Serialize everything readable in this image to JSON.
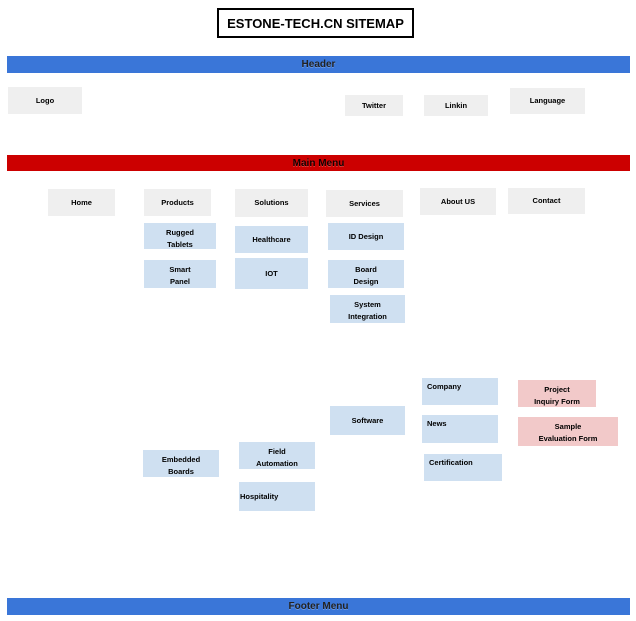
{
  "title": "ESTONE-TECH.CN SITEMAP",
  "sections": {
    "header": {
      "label": "Header"
    },
    "main_menu": {
      "label": "Main Menu"
    },
    "footer": {
      "label": "Footer Menu"
    }
  },
  "colors": {
    "band_blue": "#3A76D8",
    "band_red": "#CC0000",
    "box_gray": "#EFEFEF",
    "box_blue": "#CFE0F1",
    "box_pink": "#F2C9C9"
  },
  "nodes": [
    {
      "id": "logo",
      "label": "Logo",
      "type": "gray"
    },
    {
      "id": "twitter",
      "label": "Twitter",
      "type": "gray"
    },
    {
      "id": "linkin",
      "label": "Linkin",
      "type": "gray"
    },
    {
      "id": "language",
      "label": "Language",
      "type": "gray"
    },
    {
      "id": "home",
      "label": "Home",
      "type": "gray"
    },
    {
      "id": "products",
      "label": "Products",
      "type": "gray"
    },
    {
      "id": "solutions",
      "label": "Solutions",
      "type": "gray"
    },
    {
      "id": "services",
      "label": "Services",
      "type": "gray"
    },
    {
      "id": "about-us",
      "label": "About US",
      "type": "gray"
    },
    {
      "id": "contact",
      "label": "Contact",
      "type": "gray"
    },
    {
      "id": "rugged-tablets",
      "label": "Rugged Tablets",
      "type": "blue"
    },
    {
      "id": "smart-panel",
      "label": "Smart Panel",
      "type": "blue"
    },
    {
      "id": "healthcare",
      "label": "Healthcare",
      "type": "blue"
    },
    {
      "id": "iot",
      "label": "IOT",
      "type": "blue"
    },
    {
      "id": "id-design",
      "label": "ID Design",
      "type": "blue"
    },
    {
      "id": "board-design",
      "label": "Board Design",
      "type": "blue"
    },
    {
      "id": "system-integration",
      "label": "System Integration",
      "type": "blue"
    },
    {
      "id": "software",
      "label": "Software",
      "type": "blue"
    },
    {
      "id": "company",
      "label": "Company",
      "type": "blue"
    },
    {
      "id": "news",
      "label": "News",
      "type": "blue"
    },
    {
      "id": "certification",
      "label": "Certification",
      "type": "blue"
    },
    {
      "id": "embedded-boards",
      "label": "Embedded Boards",
      "type": "blue"
    },
    {
      "id": "field-automation",
      "label": "Field Automation",
      "type": "blue"
    },
    {
      "id": "hospitality",
      "label": "Hospitality",
      "type": "blue"
    },
    {
      "id": "project-inquiry-form",
      "label": "Project Inquiry Form",
      "type": "pink"
    },
    {
      "id": "sample-evaluation-form",
      "label": "Sample Evaluation Form",
      "type": "pink"
    }
  ]
}
